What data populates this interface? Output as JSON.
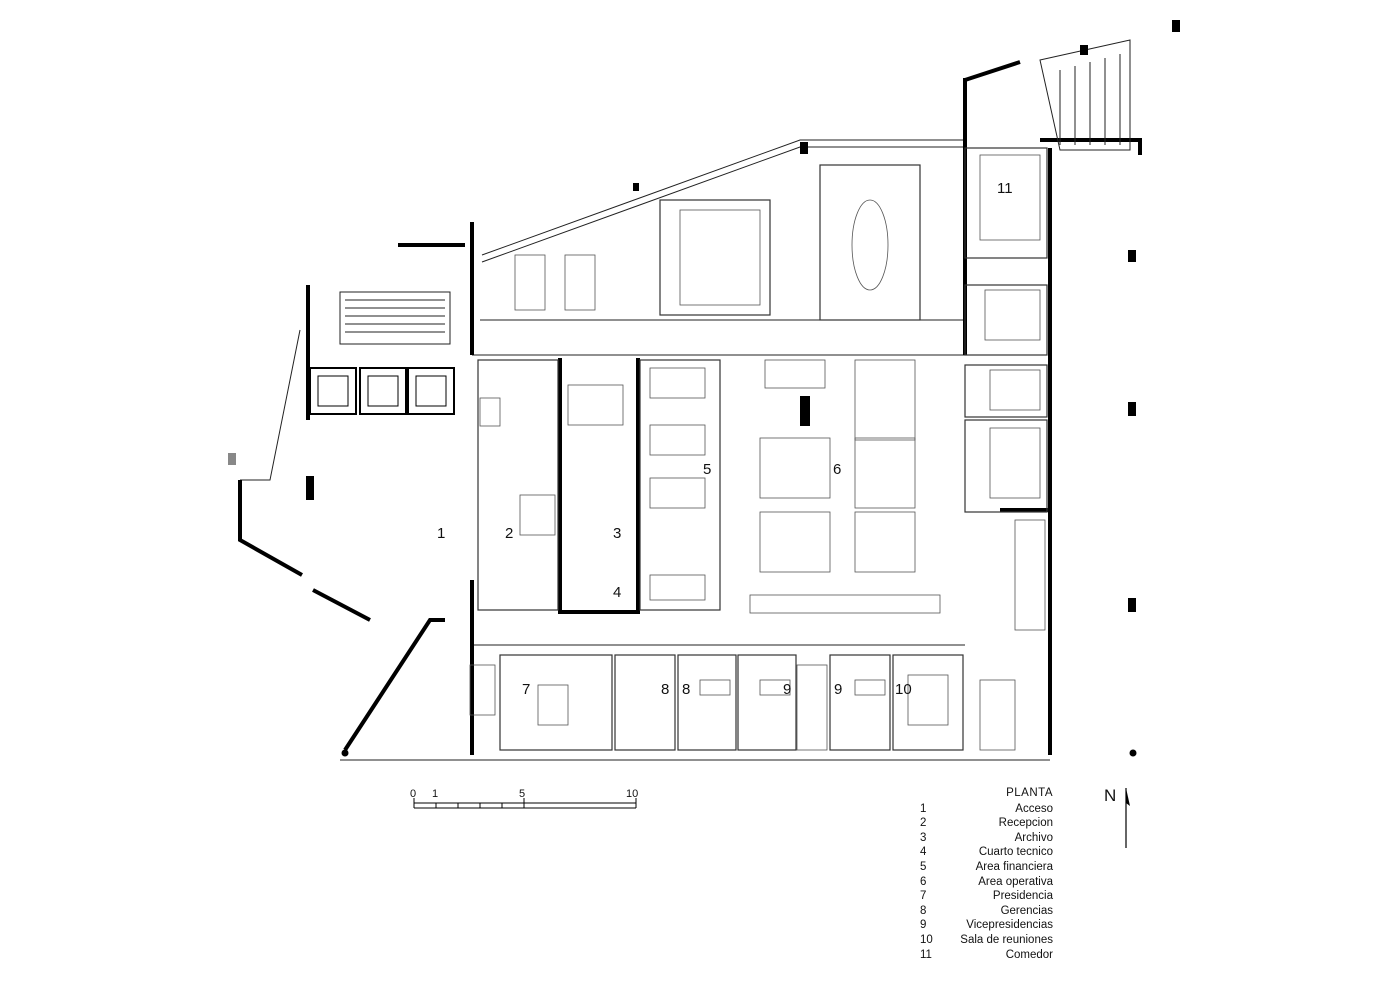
{
  "room_labels": [
    {
      "id": "1",
      "text": "1"
    },
    {
      "id": "2",
      "text": "2"
    },
    {
      "id": "3",
      "text": "3"
    },
    {
      "id": "4",
      "text": "4"
    },
    {
      "id": "5",
      "text": "5"
    },
    {
      "id": "6",
      "text": "6"
    },
    {
      "id": "7",
      "text": "7"
    },
    {
      "id": "8a",
      "text": "8"
    },
    {
      "id": "8b",
      "text": "8"
    },
    {
      "id": "9a",
      "text": "9"
    },
    {
      "id": "9b",
      "text": "9"
    },
    {
      "id": "10",
      "text": "10"
    },
    {
      "id": "11",
      "text": "11"
    }
  ],
  "scale": {
    "ticks": [
      "0",
      "1",
      "5",
      "10"
    ]
  },
  "north": {
    "label": "N"
  },
  "legend": {
    "title": "PLANTA",
    "items": [
      {
        "num": "1",
        "name": "Acceso"
      },
      {
        "num": "2",
        "name": "Recepcion"
      },
      {
        "num": "3",
        "name": "Archivo"
      },
      {
        "num": "4",
        "name": "Cuarto tecnico"
      },
      {
        "num": "5",
        "name": "Area financiera"
      },
      {
        "num": "6",
        "name": "Area operativa"
      },
      {
        "num": "7",
        "name": "Presidencia"
      },
      {
        "num": "8",
        "name": "Gerencias"
      },
      {
        "num": "9",
        "name": "Vicepresidencias"
      },
      {
        "num": "10",
        "name": "Sala de reuniones"
      },
      {
        "num": "11",
        "name": "Comedor"
      }
    ]
  }
}
